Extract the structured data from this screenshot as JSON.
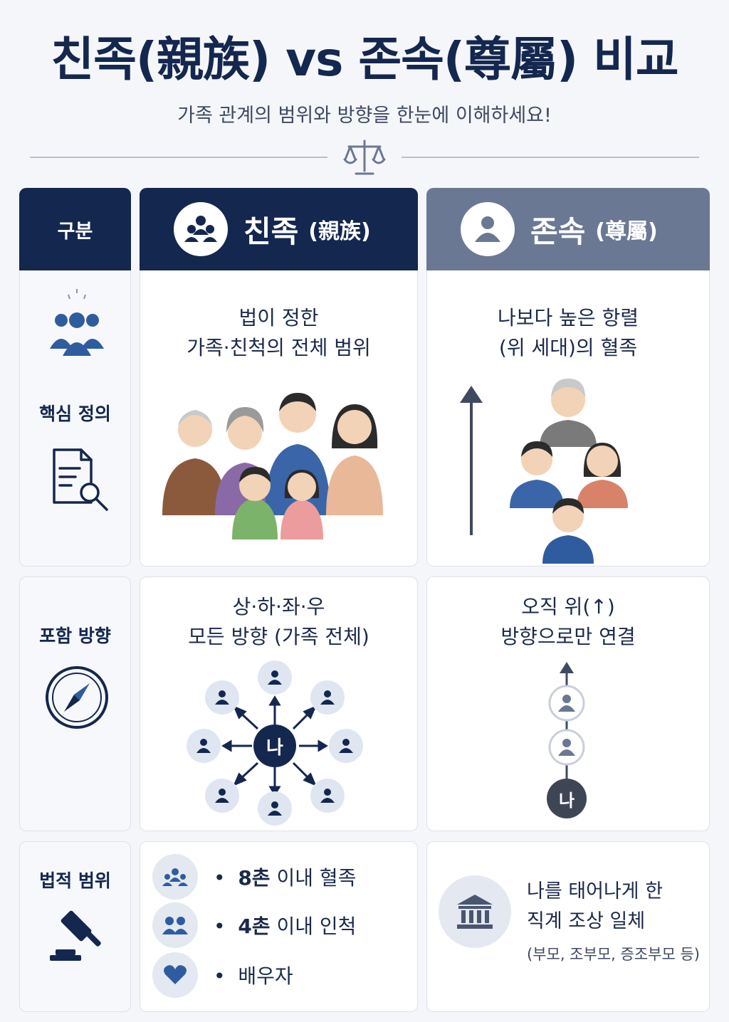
{
  "header": {
    "title": "친족(親族) vs 존속(尊屬) 비교",
    "subtitle": "가족 관계의 범위와 방향을 한눈에 이해하세요!"
  },
  "columns": {
    "category": "구분",
    "kin": {
      "main": "친족",
      "hanja": "(親族)"
    },
    "ascendant": {
      "main": "존속",
      "hanja": "(尊屬)"
    }
  },
  "rows": {
    "definition": {
      "label": "핵심 정의",
      "kin_line1": "법이 정한",
      "kin_line2": "가족·친척의 전체 범위",
      "asc_line1": "나보다 높은 항렬",
      "asc_line2": "(위 세대)의 혈족"
    },
    "direction": {
      "label": "포함 방향",
      "kin_line1": "상·하·좌·우",
      "kin_line2": "모든 방향 (가족 전체)",
      "asc_line1": "오직 위(↑)",
      "asc_line2": "방향으로만 연결",
      "center_node": "나"
    },
    "legal": {
      "label": "법적 범위",
      "kin_items": [
        {
          "bold": "8촌",
          "rest": " 이내 혈족"
        },
        {
          "bold": "4촌",
          "rest": " 이내 인척"
        },
        {
          "bold": "",
          "rest": "배우자"
        }
      ],
      "bullet": "•",
      "asc_line1": "나를 태어나게 한",
      "asc_line2": "직계 조상 일체",
      "asc_note": "(부모, 조부모, 증조부모 등)"
    }
  },
  "colors": {
    "navy": "#14274e",
    "slate": "#6b7894",
    "accent_blue": "#2f5c9e",
    "light_bg": "#f4f6fa"
  },
  "icons": [
    "scale-icon",
    "group-icon",
    "document-search-icon",
    "compass-icon",
    "gavel-icon",
    "people-icon",
    "heart-icon",
    "bank-icon",
    "person-icon",
    "arrow-up-icon"
  ]
}
